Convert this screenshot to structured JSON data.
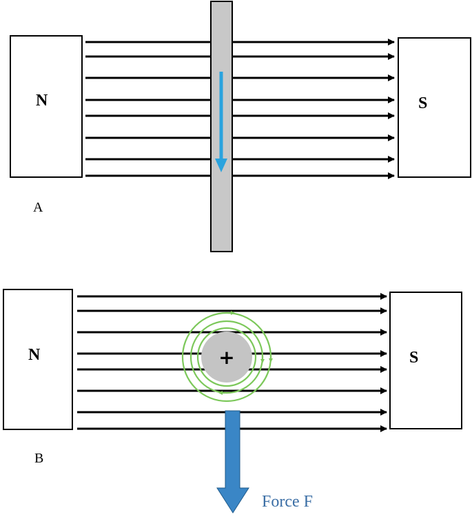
{
  "panel_a": {
    "label": "A",
    "north_label": "N",
    "south_label": "S"
  },
  "panel_b": {
    "label": "B",
    "north_label": "N",
    "south_label": "S",
    "conductor_symbol": "+",
    "force_label": "Force F"
  },
  "colors": {
    "field_lines": "#000000",
    "conductor": "#c8c8c8",
    "current_arrow": "#2aa3de",
    "circular_field": "#7cc85a",
    "force_arrow": "#3a86c6",
    "force_text": "#3b6ea5"
  }
}
